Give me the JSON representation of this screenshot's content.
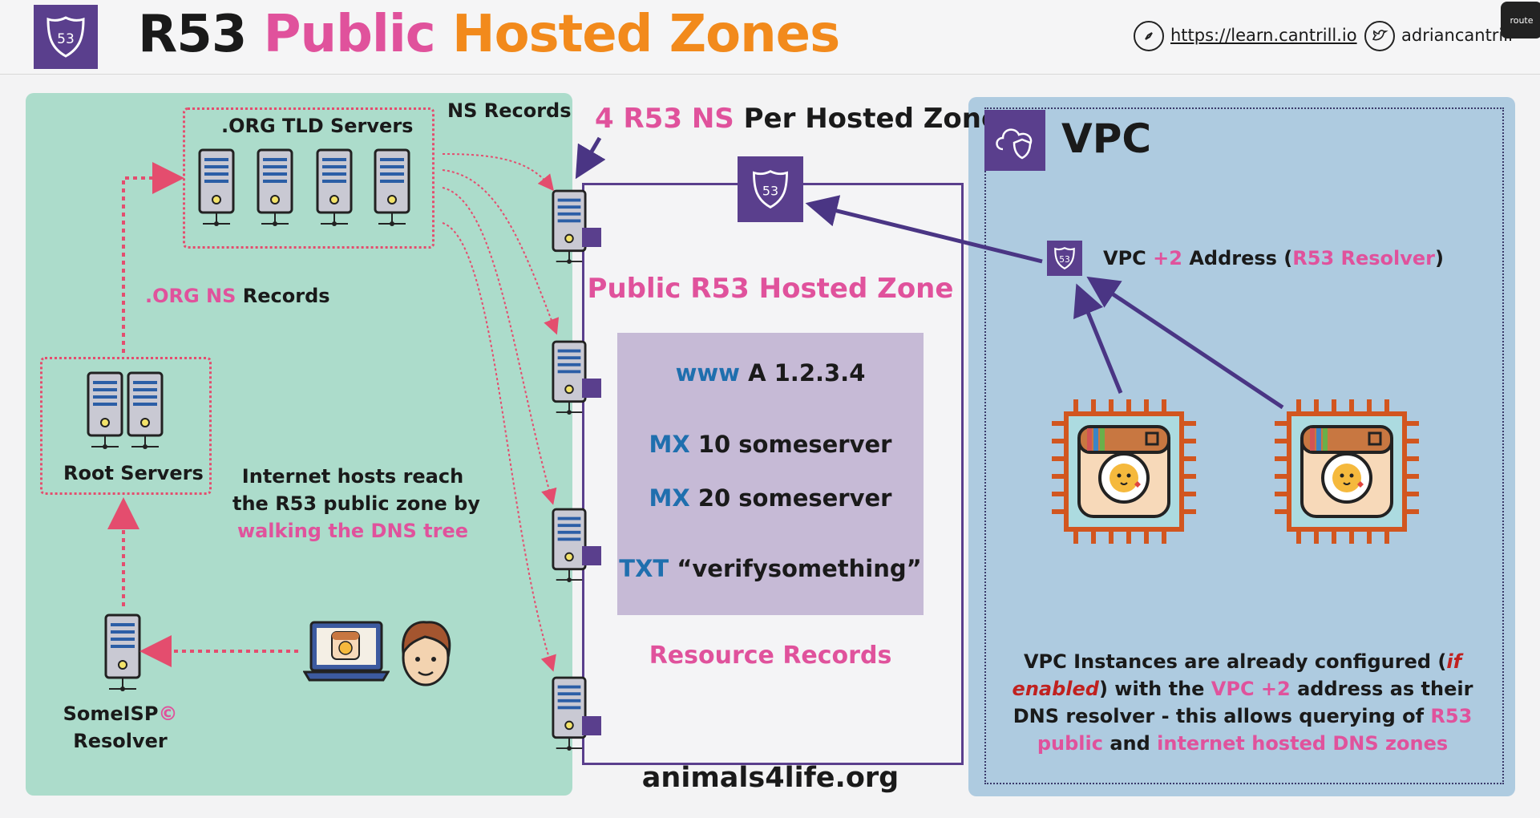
{
  "header": {
    "title_part1": "R53",
    "title_part2": "Public",
    "title_part3": "Hosted Zones",
    "logo_text": "53",
    "link_url": "https://learn.cantrill.io",
    "twitter_handle": "adriancantrill",
    "route_tag": "route"
  },
  "left": {
    "tld_label": ".ORG TLD Servers",
    "ns_records_label": "NS Records",
    "org_ns_part1": ".ORG NS",
    "org_ns_part2": "Records",
    "root_label": "Root Servers",
    "internet_line1": "Internet hosts reach",
    "internet_line2": "the R53 public zone by",
    "internet_line3": "walking the DNS tree",
    "resolver_line1": "SomeISP",
    "resolver_symbol": "©",
    "resolver_line2": "Resolver"
  },
  "center": {
    "ns_heading_part1": "4 R53 NS",
    "ns_heading_part2": "Per Hosted Zone",
    "zone_title": "Public R53 Hosted Zone",
    "r53_badge": "53",
    "records": [
      {
        "type": "www",
        "value": "A 1.2.3.4"
      },
      {
        "type": "MX",
        "value": "10 someserver"
      },
      {
        "type": "MX",
        "value": "20 someserver"
      },
      {
        "type": "TXT",
        "value": "“verifysomething”"
      }
    ],
    "resource_records_label": "Resource Records",
    "domain": "animals4life.org"
  },
  "right": {
    "vpc_title": "VPC",
    "resolver_p1": "VPC",
    "resolver_p2": "+2",
    "resolver_p3": "Address (",
    "resolver_p4": "R53 Resolver",
    "resolver_p5": ")",
    "desc": {
      "l1a": "VPC Instances are already configured (",
      "l1b": "if",
      "l2a": "enabled",
      "l2b": ") with the ",
      "l2c": "VPC +2",
      "l2d": " address as their",
      "l3a": "DNS resolver - this allows querying of ",
      "l3b": "R53",
      "l4a": "public",
      "l4b": " and ",
      "l4c": "internet hosted DNS zones"
    }
  },
  "colors": {
    "purple": "#5a3f8d",
    "pink": "#e0529c",
    "orange": "#f28a1c",
    "blue": "#1f6fae",
    "green_panel": "#acdccb",
    "blue_panel": "#aecbe0",
    "dotted_red": "#e44d6e"
  }
}
